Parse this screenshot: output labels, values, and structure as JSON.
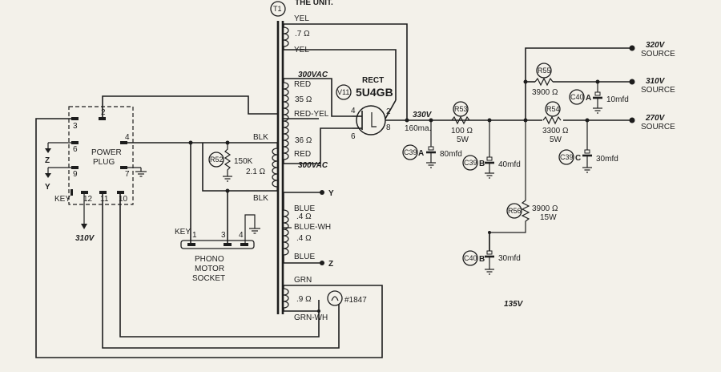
{
  "header_text": "THE UNIT.",
  "transformer": {
    "ref": "T1",
    "yel_top": "YEL",
    "yel_ohm": ".7 Ω",
    "yel_bottom": "YEL",
    "hv_top": "300VAC",
    "red_top": "RED",
    "red_ohm_top": "35 Ω",
    "red_yel": "RED-YEL",
    "red_ohm_bottom": "36 Ω",
    "red_bottom": "RED",
    "hv_bottom": "300VAC",
    "blk_top": "BLK",
    "primary_ohm": "2.1 Ω",
    "blk_bottom": "BLK",
    "blue": "BLUE",
    "blue_ohm_top": ".4 Ω",
    "blue_wh": "BLUE-WH",
    "blue_ohm_bottom": ".4 Ω",
    "blue_bottom": "BLUE",
    "grn": "GRN",
    "grn_ohm": ".9 Ω",
    "grn_wh": "GRN-WH"
  },
  "rectifier": {
    "ref": "V11",
    "label": "RECT",
    "type": "5U4GB",
    "pin_4": "4",
    "pin_6": "6",
    "pin_2": "2",
    "pin_8": "8"
  },
  "power_plug": {
    "title_1": "POWER",
    "title_2": "PLUG",
    "pin_2": "2",
    "pin_3": "3",
    "pin_4": "4",
    "pin_6": "6",
    "pin_7": "7",
    "pin_9": "9",
    "key": "KEY",
    "pin_10": "10",
    "pin_11": "11",
    "pin_12": "12",
    "z": "Z",
    "y": "Y",
    "v310": "310V"
  },
  "r52": {
    "ref": "R52",
    "value": "150K"
  },
  "phono": {
    "line_1": "PHONO",
    "line_2": "MOTOR",
    "line_3": "SOCKET",
    "key": "KEY",
    "pin_1": "1",
    "pin_3": "3",
    "pin_4": "4"
  },
  "y_terminal": "Y",
  "z_terminal": "Z",
  "lamp": "#1847",
  "b_plus": {
    "voltage": "330V",
    "current": "160ma."
  },
  "c39a": {
    "ref": "C39",
    "section": "A",
    "value": "80mfd"
  },
  "r53": {
    "ref": "R53",
    "value": "100 Ω",
    "watts": "5W"
  },
  "c39b": {
    "ref": "C39",
    "section": "B",
    "value": "40mfd"
  },
  "r54": {
    "ref": "R54",
    "value": "3300 Ω",
    "watts": "5W"
  },
  "c39c": {
    "ref": "C39",
    "section": "C",
    "value": "30mfd"
  },
  "r55": {
    "ref": "R55",
    "value": "3900 Ω"
  },
  "c40a": {
    "ref": "C40",
    "section": "A",
    "value": "10mfd"
  },
  "r56": {
    "ref": "R56",
    "value": "3900 Ω",
    "watts": "15W"
  },
  "c40b": {
    "ref": "C40",
    "section": "B",
    "value": "30mfd"
  },
  "v135": "135V",
  "sources": [
    {
      "voltage": "320V",
      "label": "SOURCE"
    },
    {
      "voltage": "310V",
      "label": "SOURCE"
    },
    {
      "voltage": "270V",
      "label": "SOURCE"
    }
  ]
}
